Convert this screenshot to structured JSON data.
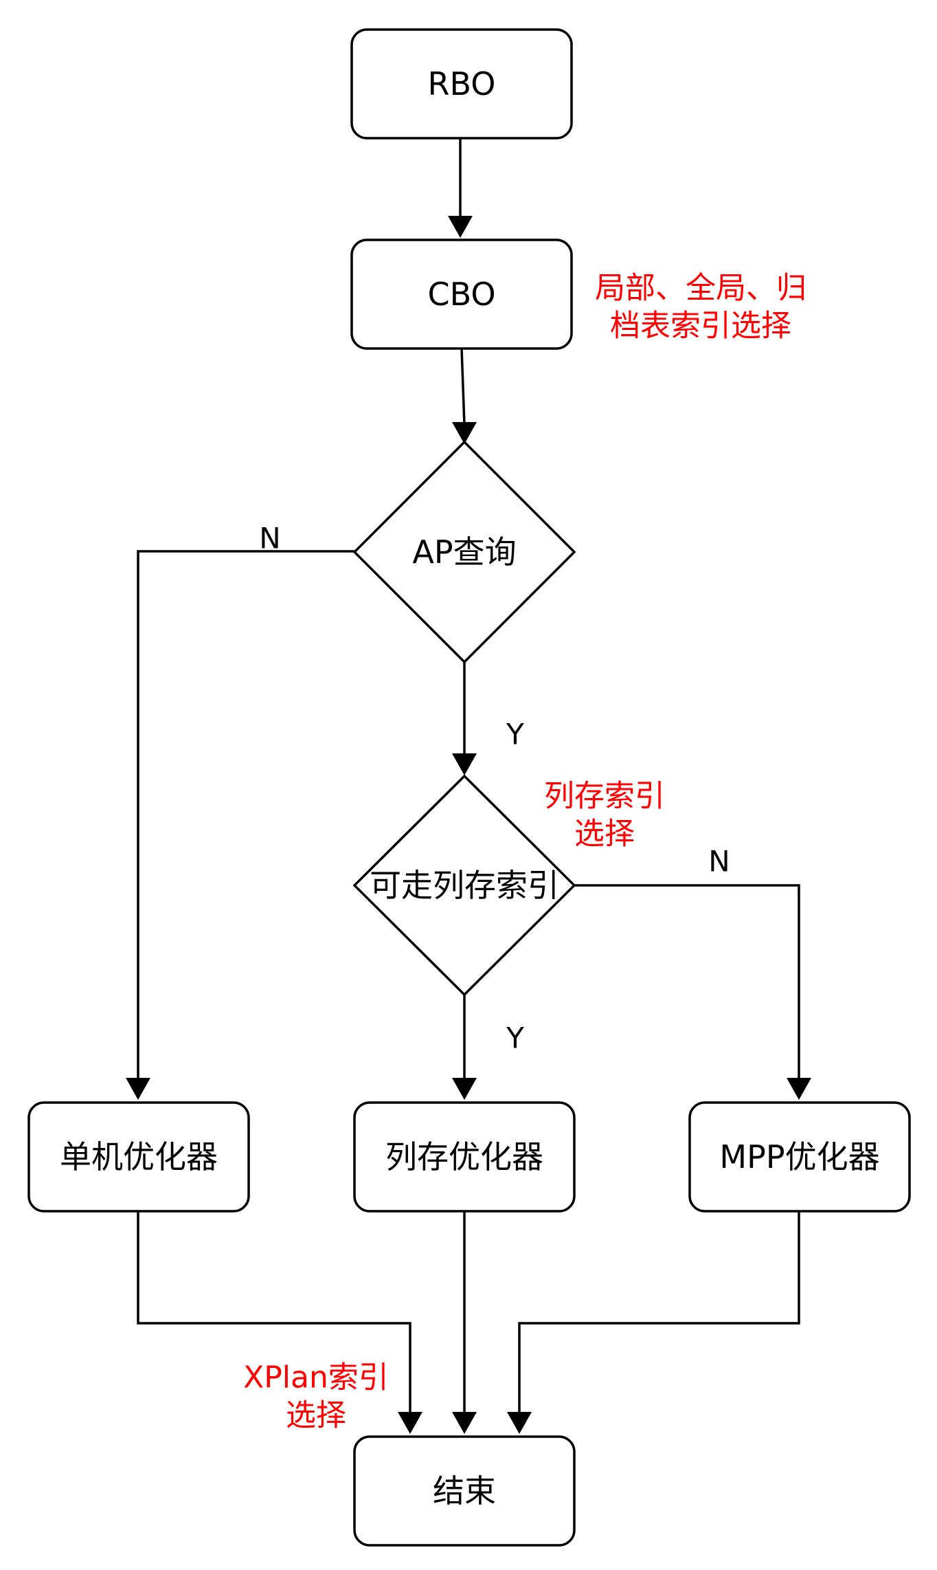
{
  "nodes": {
    "rbo": "RBO",
    "cbo": "CBO",
    "ap_query": "AP查询",
    "columnar_index": "可走列存索引",
    "single_optimizer": "单机优化器",
    "columnar_optimizer": "列存优化器",
    "mpp_optimizer": "MPP优化器",
    "end": "结束"
  },
  "edge_labels": {
    "ap_no": "N",
    "ap_yes": "Y",
    "col_no": "N",
    "col_yes": "Y"
  },
  "notes": {
    "cbo_note_line1": "局部、全局、归",
    "cbo_note_line2": "档表索引选择",
    "col_note_line1": "列存索引",
    "col_note_line2": "选择",
    "xplan_note_line1": "XPlan索引",
    "xplan_note_line2": "选择"
  },
  "colors": {
    "line": "#000000",
    "note": "#ff0000",
    "fill": "#ffffff"
  }
}
